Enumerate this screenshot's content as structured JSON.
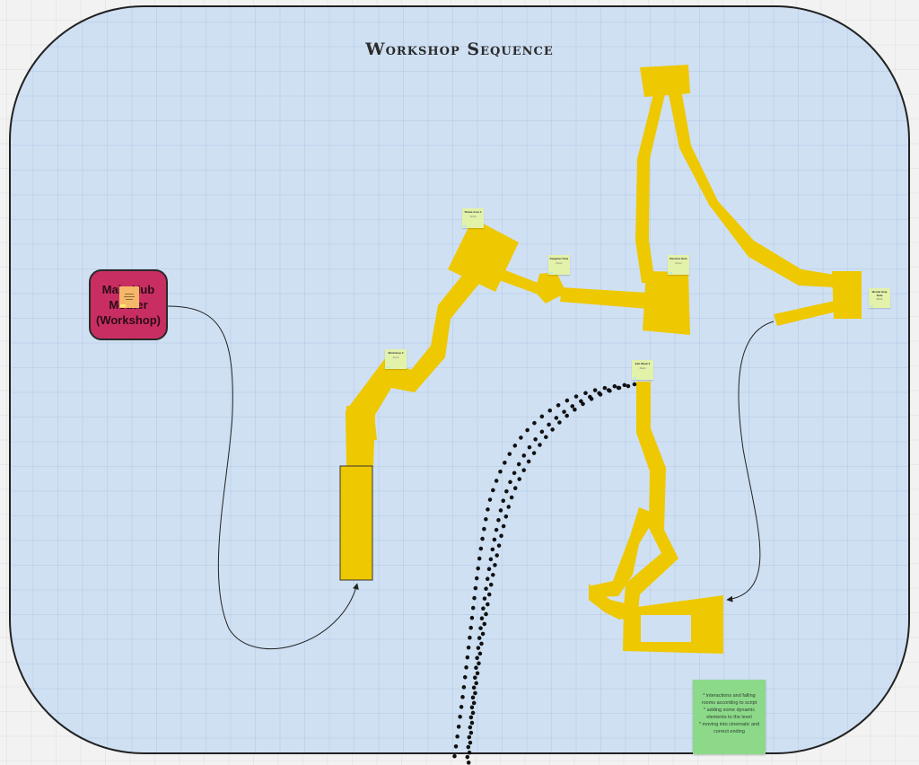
{
  "board": {
    "title": "Workshop Sequence",
    "colors": {
      "frame_fill": "#cfe0f3",
      "path_yellow": "#eec800",
      "hub_magenta": "#c92e62",
      "sticky_lime": "#e3f2a9",
      "note_green": "#8cd98a",
      "note_orange": "#f5b869"
    }
  },
  "hub": {
    "label": "Main Hub Mother (Workshop)"
  },
  "sticky_notes": [
    {
      "id": "note-1",
      "name": "Workshop 2",
      "owner": "Scott"
    },
    {
      "id": "note-2",
      "name": "Shade Area 4",
      "owner": "Scott"
    },
    {
      "id": "note-3",
      "name": "Daughter Note",
      "owner": "Ryan"
    },
    {
      "id": "note-4",
      "name": "Random Note",
      "owner": "Ryan"
    },
    {
      "id": "note-5",
      "name": "Mental Help Rula",
      "owner": "Mark"
    },
    {
      "id": "note-6",
      "name": "Exit Week 2",
      "owner": "Mark"
    }
  ],
  "comment_note": {
    "text": "* interactions and falling rooms according to script\n* adding some dynamic elements to the level\n* moving into cinematic and correct ending"
  }
}
